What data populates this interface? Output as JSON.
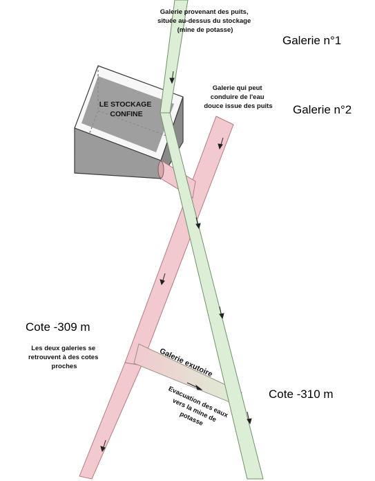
{
  "colors": {
    "gallery1_fill": "#dcefd6",
    "gallery1_stroke": "#6f8f6a",
    "gallery2_fill": "#f2c9ce",
    "gallery2_stroke": "#b27b82",
    "box_front": "#9b9b9b",
    "box_side": "#8a8a8a",
    "box_top": "#f7f7f7",
    "box_edge": "#3a3a3a"
  },
  "labels": {
    "gallery1_desc": [
      "Galerie provenant des puits,",
      "située au-dessus du stockage",
      "(mine de potasse)"
    ],
    "gallery1_name": "Galerie n°1",
    "gallery2_desc": [
      "Galerie qui peut",
      "conduire de l'eau",
      "douce issue des puits"
    ],
    "gallery2_name": "Galerie n°2",
    "storage": [
      "LE STOCKAGE",
      "CONFINE"
    ],
    "cote_left": "Cote -309 m",
    "cote_left_note": [
      "Les deux galeries se",
      "retrouvent à des cotes",
      "proches"
    ],
    "exutoire": "Galerie exutoire",
    "evacuation": [
      "Evacuation des eaux",
      "vers la mine de",
      "potasse"
    ],
    "cote_right": "Cote -310 m"
  }
}
